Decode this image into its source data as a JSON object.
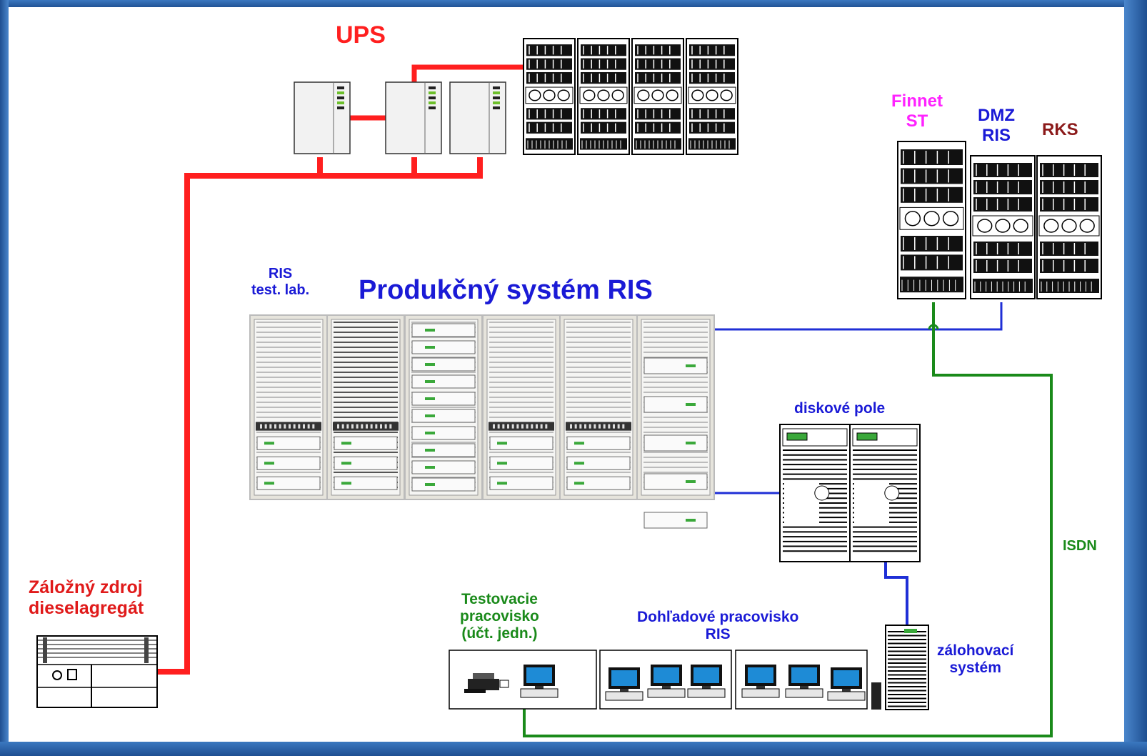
{
  "colors": {
    "power_line": "#ff1f1f",
    "network_line": "#1f2fd6",
    "isdn_line": "#1a8a1a",
    "ups_label": "#ff1f1f",
    "finnet_label": "#ff22ff",
    "dmz_label": "#1a1ad6",
    "rks_label": "#8b1a1a",
    "blue_label": "#1a1ad6",
    "green_label": "#1a8a1a",
    "red_label": "#e01a1a"
  },
  "labels": {
    "ups": "UPS",
    "finnet_line1": "Finnet",
    "finnet_line2": "ST",
    "dmz_line1": "DMZ",
    "dmz_line2": "RIS",
    "rks": "RKS",
    "ris_test_line1": "RIS",
    "ris_test_line2": "test. lab.",
    "production": "Produkčný systém RIS",
    "disk_array": "diskové pole",
    "isdn": "ISDN",
    "backup_power_line1": "Záložný zdroj",
    "backup_power_line2": "dieselagregát",
    "test_ws_line1": "Testovacie",
    "test_ws_line2": "pracovisko",
    "test_ws_line3": "(účt. jedn.)",
    "monitor_ws_line1": "Dohľadové pracovisko",
    "monitor_ws_line2": "RIS",
    "backup_sys_line1": "zálohovací",
    "backup_sys_line2": "systém"
  }
}
